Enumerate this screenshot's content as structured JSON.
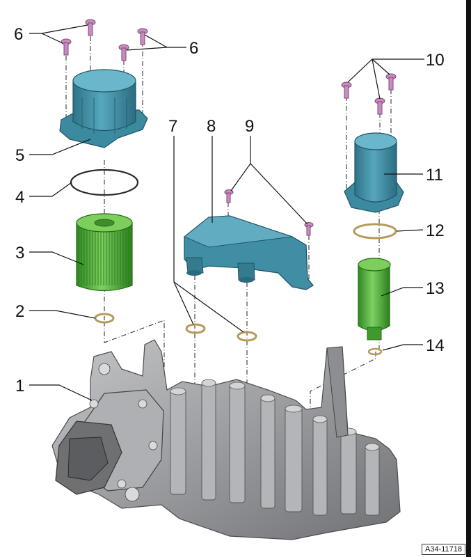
{
  "figure_id": "A34-11718",
  "colors": {
    "cover_blue": "#3f8ea3",
    "filter_green": "#4aa531",
    "screw_purple": "#c689bf",
    "seal_tan": "#b59a5a",
    "housing_grey": "#9ea0a3"
  },
  "callouts": [
    {
      "key": "n1",
      "text": "1"
    },
    {
      "key": "n2",
      "text": "2"
    },
    {
      "key": "n3",
      "text": "3"
    },
    {
      "key": "n4",
      "text": "4"
    },
    {
      "key": "n5",
      "text": "5"
    },
    {
      "key": "n6a",
      "text": "6"
    },
    {
      "key": "n6b",
      "text": "6"
    },
    {
      "key": "n7",
      "text": "7"
    },
    {
      "key": "n8",
      "text": "8"
    },
    {
      "key": "n9",
      "text": "9"
    },
    {
      "key": "n10",
      "text": "10"
    },
    {
      "key": "n11",
      "text": "11"
    },
    {
      "key": "n12",
      "text": "12"
    },
    {
      "key": "n13",
      "text": "13"
    },
    {
      "key": "n14",
      "text": "14"
    }
  ]
}
